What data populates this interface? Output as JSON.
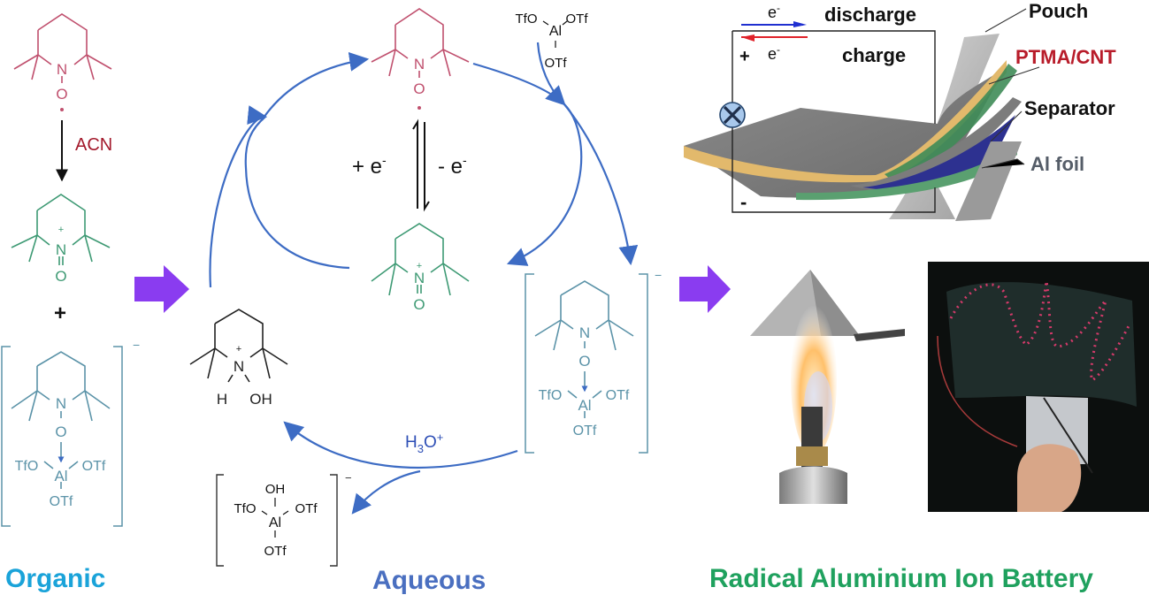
{
  "colors": {
    "tempo_radical": "#c0506e",
    "oxoammonium": "#3e9a74",
    "complex": "#5b93a8",
    "hydroxylamine": "#222222",
    "cycle_arrow": "#3d6cc4",
    "big_arrow": "#8a3cf0",
    "organic_title": "#1aa3d9",
    "aqueous_title": "#4a6fc0",
    "battery_title": "#1fa15e",
    "ptma_label": "#b81c2a",
    "acn_label": "#a3192b",
    "h3o_label": "#2e4fb6",
    "discharge_arrow": "#1f2fd0",
    "charge_arrow": "#e0222a"
  },
  "organic": {
    "title": "Organic",
    "radical": {
      "n": "N",
      "o": "O"
    },
    "reagent": "ACN",
    "oxoammonium": {
      "n": "N",
      "o": "O",
      "charge": "+"
    },
    "plus": "+",
    "complex": {
      "n": "N",
      "o": "O",
      "al": "Al",
      "ligand_left": "TfO",
      "ligand_right": "OTf",
      "ligand_bottom": "OTf",
      "charge": "−"
    }
  },
  "aqueous": {
    "title": "Aqueous",
    "radical": {
      "n": "N",
      "o": "O"
    },
    "redox": {
      "left": "+ e",
      "right": "- e",
      "sup": "-"
    },
    "oxoammonium": {
      "n": "N",
      "o": "O",
      "charge": "+"
    },
    "al_triflate": {
      "al": "Al",
      "ligand_left": "TfO",
      "ligand_right": "OTf",
      "ligand_bottom": "OTf"
    },
    "complex": {
      "n": "N",
      "o": "O",
      "al": "Al",
      "ligand_left": "TfO",
      "ligand_right": "OTf",
      "ligand_bottom": "OTf",
      "charge": "−"
    },
    "hydroxylamine": {
      "n": "N",
      "h": "H",
      "oh": "OH",
      "charge": "+"
    },
    "acid": {
      "base": "H",
      "sub": "3",
      "o": "O",
      "sup": "+"
    },
    "aluminate": {
      "al": "Al",
      "oh": "OH",
      "ligand_left": "TfO",
      "ligand_right": "OTf",
      "ligand_bottom": "OTf",
      "charge": "−"
    }
  },
  "battery": {
    "title": "Radical Aluminium Ion Battery",
    "electron": "e",
    "electron_sup": "-",
    "discharge": "discharge",
    "charge": "charge",
    "plus_terminal": "+",
    "minus_terminal": "-",
    "layers": [
      "Pouch",
      "PTMA/CNT",
      "Separator",
      "Al foil"
    ]
  },
  "photos": {
    "flame_test": "flame-test-photo",
    "led_demo": "led-strip-demo-photo"
  }
}
